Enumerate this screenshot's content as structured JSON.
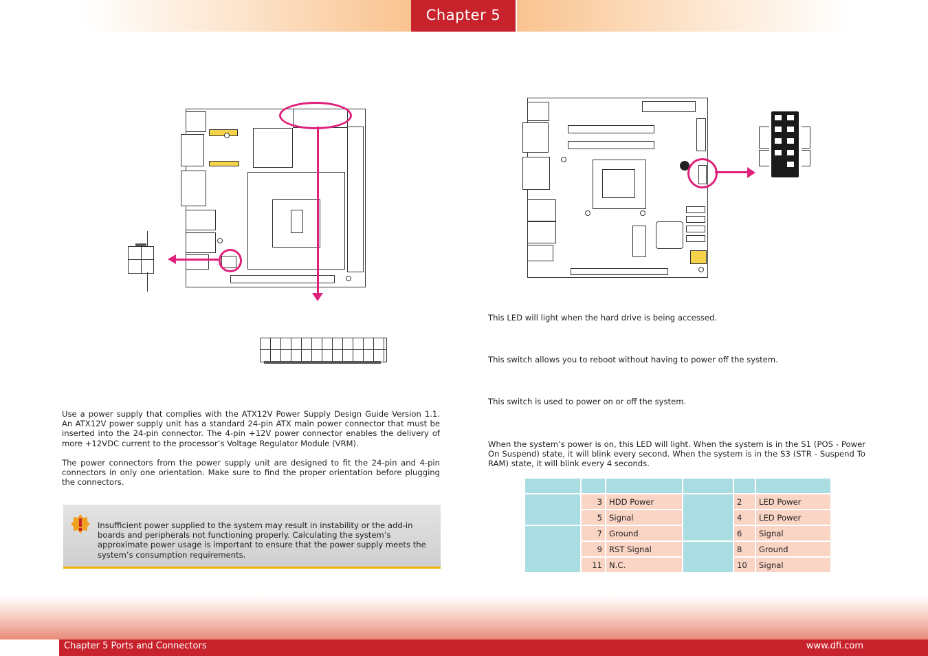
{
  "header": {
    "chapter_tab": "Chapter 5"
  },
  "left": {
    "power_para_1": "Use a power supply that complies with the ATX12V Power Supply Design Guide Version 1.1. An ATX12V power supply unit has a standard 24-pin ATX main power connector that must be inserted into the 24-pin connector. The 4-pin +12V power connector enables the delivery of more +12VDC current to the processor’s Voltage Regulator Module (VRM).",
    "power_para_2": "The power connectors from the power supply unit are designed to fit the 24-pin and 4-pin connectors in only one orientation. Make sure to find the proper orientation before plugging the connectors.",
    "warning": {
      "icon": "warning-exclamation-icon",
      "text": "Insufficient power supplied to the system may result in instability or the add-in boards and peripherals not functioning properly. Calculating the system’s approximate power usage is important to ensure that the power supply meets the system’s consumption requirements."
    }
  },
  "right": {
    "hdd_led_desc": "This LED will light when the hard drive is being accessed.",
    "reset_desc": "This switch allows you to reboot without having to power off the system.",
    "power_switch_desc": "This switch is used to power on or off the system.",
    "power_led_desc": "When the system’s power is on, this LED will light. When the system is in the S1 (POS - Power On Suspend) state, it will blink every second. When the system is in the S3 (STR - Suspend To RAM) state, it will blink every 4 seconds.",
    "pin_table": {
      "rows": [
        {
          "pin_a": "3",
          "name_a": "HDD Power",
          "pin_b": "2",
          "name_b": "LED Power"
        },
        {
          "pin_a": "5",
          "name_a": "Signal",
          "pin_b": "4",
          "name_b": "LED Power"
        },
        {
          "pin_a": "7",
          "name_a": "Ground",
          "pin_b": "6",
          "name_b": "Signal"
        },
        {
          "pin_a": "9",
          "name_a": "RST Signal",
          "pin_b": "8",
          "name_b": "Ground"
        },
        {
          "pin_a": "11",
          "name_a": "N.C.",
          "pin_b": "10",
          "name_b": "Signal"
        }
      ]
    }
  },
  "footer": {
    "left": "Chapter 5 Ports and Connectors",
    "right": "www.dfi.com"
  },
  "colors": {
    "brand_red": "#c8232c",
    "highlight": "#e0207a",
    "table_header": "#a9dde2",
    "table_cell": "#fad4c4",
    "warning_bar": "#f0b400"
  }
}
